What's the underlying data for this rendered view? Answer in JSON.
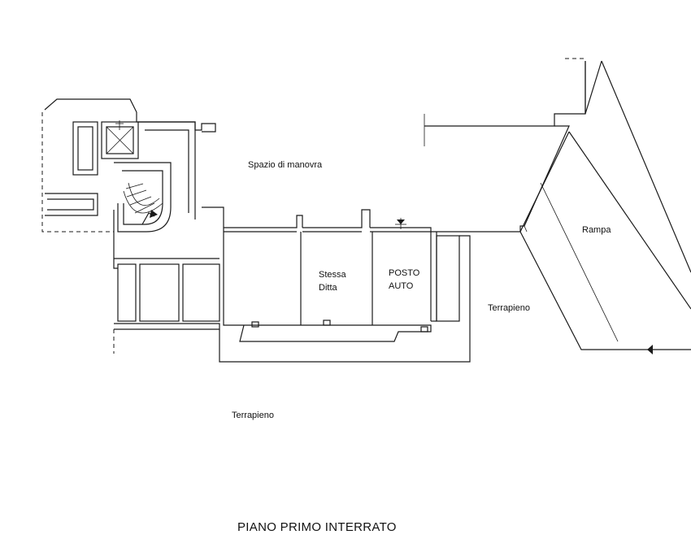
{
  "labels": {
    "maneuver_space": "Spazio di manovra",
    "ramp": "Rampa",
    "same_company_line1": "Stessa",
    "same_company_line2": "Ditta",
    "parking_line1": "POSTO",
    "parking_line2": "AUTO",
    "embankment_right": "Terrapieno",
    "embankment_bottom": "Terrapieno",
    "floor_title": "PIANO PRIMO  INTERRATO"
  },
  "colors": {
    "line": "#1a1a1a",
    "background": "#ffffff"
  },
  "icons": {
    "elevator": "elevator-cross-icon",
    "stair_arrow": "arrow-icon",
    "level_marker": "level-marker-icon",
    "ramp_arrow": "arrow-icon"
  }
}
